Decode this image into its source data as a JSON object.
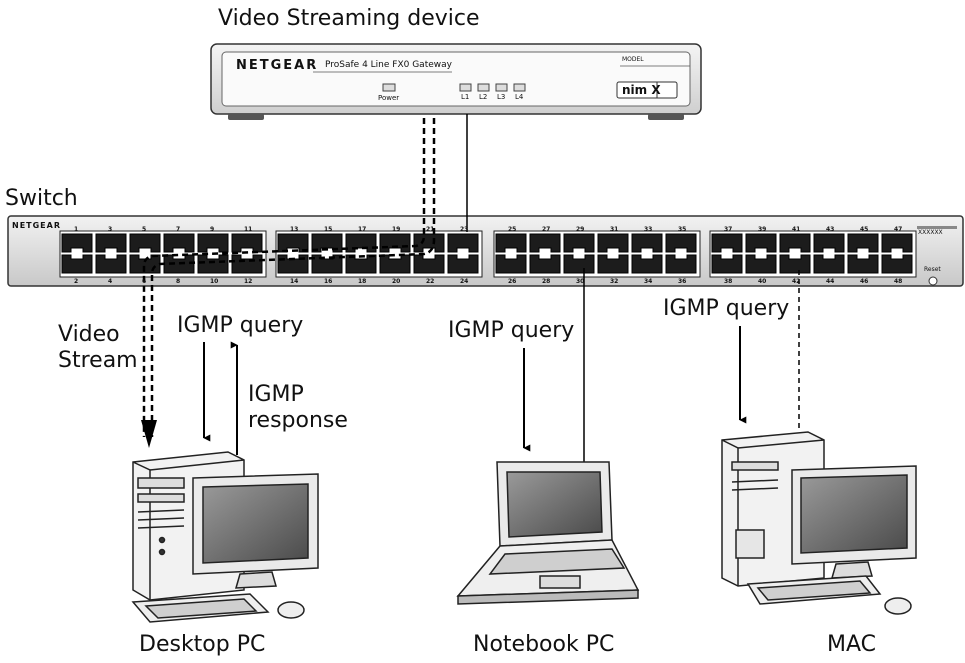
{
  "device": {
    "title": "Video Streaming device",
    "brand": "NETGEAR",
    "model_name": "ProSafe 4 Line FX0 Gateway",
    "model_label": "MODEL",
    "model_id": "nim X",
    "power_label": "Power",
    "lines": [
      "L1",
      "L2",
      "L3",
      "L4"
    ]
  },
  "switch": {
    "title": "Switch",
    "brand": "NETGEAR",
    "model_id": "XXXXXX",
    "reset_label": "Reset",
    "top_ports": [
      "1",
      "3",
      "5",
      "7",
      "9",
      "11",
      "13",
      "15",
      "17",
      "19",
      "21",
      "23",
      "25",
      "27",
      "29",
      "31",
      "33",
      "35",
      "37",
      "39",
      "41",
      "43",
      "45",
      "47"
    ],
    "bottom_ports": [
      "2",
      "4",
      "6",
      "8",
      "10",
      "12",
      "14",
      "16",
      "18",
      "20",
      "22",
      "24",
      "26",
      "28",
      "30",
      "32",
      "34",
      "36",
      "38",
      "40",
      "42",
      "44",
      "46",
      "48"
    ]
  },
  "labels": {
    "video_stream_line1": "Video",
    "video_stream_line2": "Stream",
    "igmp_query_desktop": "IGMP query",
    "igmp_response_line1": "IGMP",
    "igmp_response_line2": "response",
    "igmp_query_notebook": "IGMP query",
    "igmp_query_mac": "IGMP query"
  },
  "computers": {
    "desktop": "Desktop PC",
    "notebook": "Notebook PC",
    "mac": "MAC"
  }
}
